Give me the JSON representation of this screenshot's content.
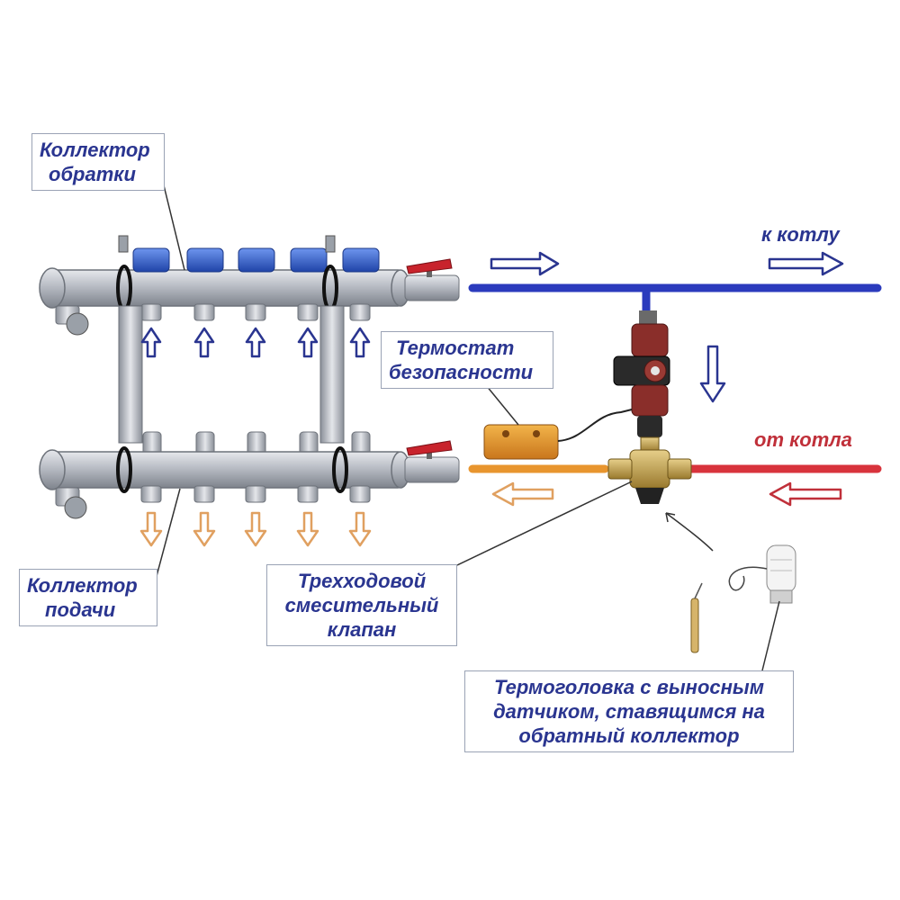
{
  "labels": {
    "return_collector": [
      "Коллектор",
      "обратки"
    ],
    "supply_collector": [
      "Коллектор",
      "подачи"
    ],
    "safety_thermostat": [
      "Термостат",
      "безопасности"
    ],
    "three_way_valve": [
      "Трехходовой",
      "смесительный",
      "клапан"
    ],
    "thermo_head": [
      "Термоголовка с выносным",
      "датчиком, ставящимся на",
      "обратный коллектор"
    ],
    "to_boiler": "к котлу",
    "from_boiler": "от котла"
  },
  "colors": {
    "label_text": "#2a3590",
    "return_pipe": "#2b3bbd",
    "supply_pipe": "#e8952e",
    "boiler_supply": "#d8333c",
    "label_border": "#9aa3b5",
    "return_arrow": "#2a3590",
    "supply_arrow": "#e0a060",
    "red_arrow": "#c0303a",
    "pump_red": "#8a2e2a",
    "valve_brass": "#c9a24a",
    "manifold_steel": "#b8bcc4",
    "cap_blue": "#2f5fd0",
    "handle_red": "#c8232c",
    "actuator_orange": "#e79a2a"
  },
  "icons": {
    "return_flow_arrows": "up-arrow-icon",
    "supply_flow_arrows": "down-arrow-icon",
    "pipe_flow_right": "right-arrow-icon",
    "pipe_flow_left": "left-arrow-icon",
    "pump_flow_down": "down-arrow-icon"
  }
}
